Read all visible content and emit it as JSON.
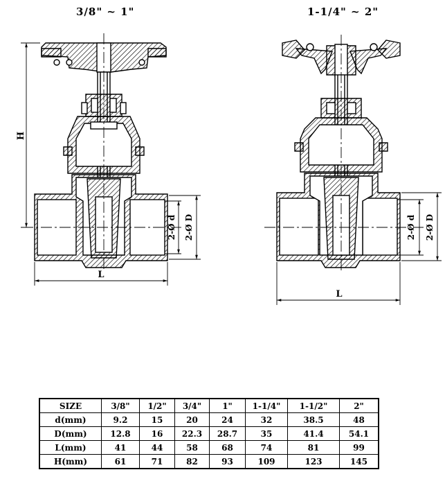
{
  "titles": {
    "left": "3/8\" ~ 1\"",
    "right": "1-1/4\" ~ 2\""
  },
  "dimension_labels": {
    "height": "H",
    "length_left": "L",
    "length_right": "L",
    "inner_dia_left": "2-Ø d",
    "outer_dia_left": "2-Ø D",
    "inner_dia_right": "2-Ø d",
    "outer_dia_right": "2-Ø D"
  },
  "table": {
    "header": "SIZE",
    "sizes": [
      "3/8\"",
      "1/2\"",
      "3/4\"",
      "1\"",
      "1-1/4\"",
      "1-1/2\"",
      "2\""
    ],
    "rows": [
      {
        "label": "d(mm)",
        "values": [
          "9.2",
          "15",
          "20",
          "24",
          "32",
          "38.5",
          "48"
        ]
      },
      {
        "label": "D(mm)",
        "values": [
          "12.8",
          "16",
          "22.3",
          "28.7",
          "35",
          "41.4",
          "54.1"
        ]
      },
      {
        "label": "L(mm)",
        "values": [
          "41",
          "44",
          "58",
          "68",
          "74",
          "81",
          "99"
        ]
      },
      {
        "label": "H(mm)",
        "values": [
          "61",
          "71",
          "82",
          "93",
          "109",
          "123",
          "145"
        ]
      }
    ]
  }
}
